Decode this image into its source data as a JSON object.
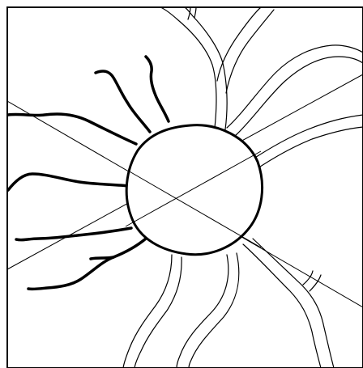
{
  "figure": {
    "kind": "line-drawing",
    "stroke_color": "#000000",
    "background_color": "#ffffff",
    "elements": {
      "central_disc": "disc",
      "thick_branches": "thick-vessel",
      "double_line_branches": "double-vessel",
      "cross_lines": "crosshair-line"
    }
  }
}
